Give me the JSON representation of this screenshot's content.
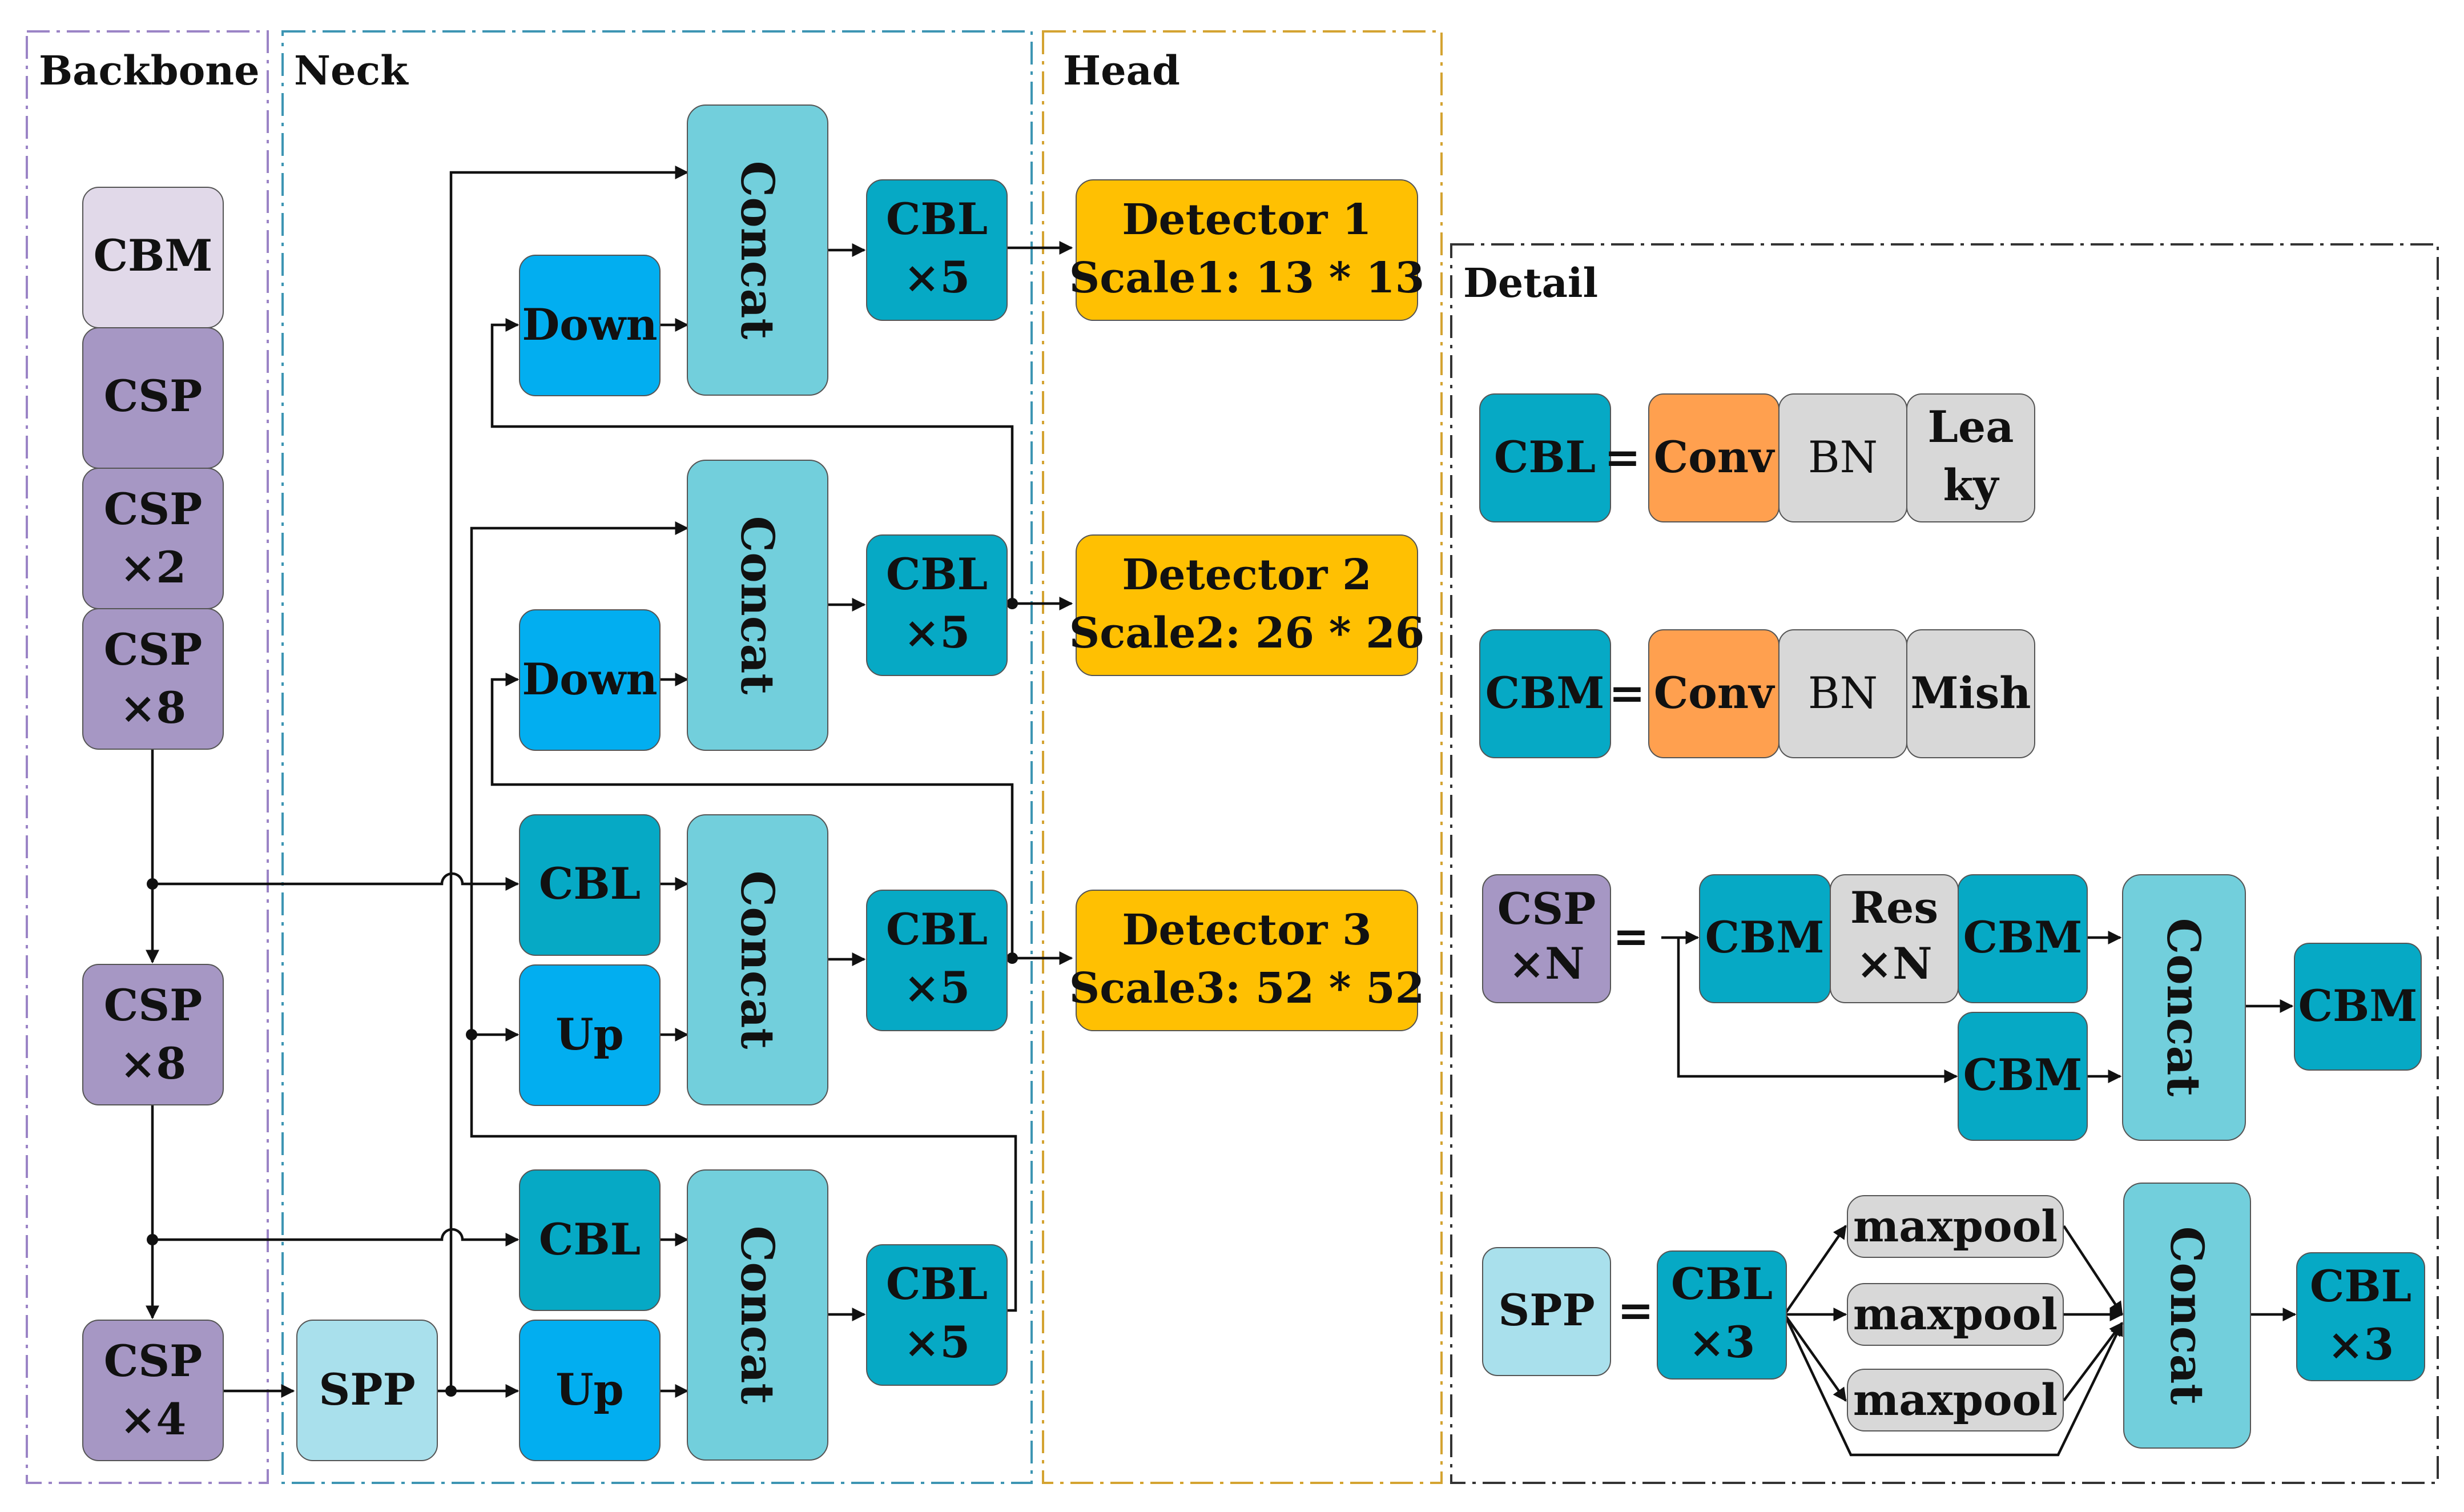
{
  "sections": {
    "backbone": "Backbone",
    "neck": "Neck",
    "head": "Head",
    "detail": "Detail"
  },
  "backbone": {
    "cbm": "CBM",
    "csp1": "CSP",
    "csp2": [
      "CSP",
      "×2"
    ],
    "csp8a": [
      "CSP",
      "×8"
    ],
    "csp8b": [
      "CSP",
      "×8"
    ],
    "csp4": [
      "CSP",
      "×4"
    ]
  },
  "neck": {
    "spp": "SPP",
    "down1": "Down",
    "down2": "Down",
    "up1": "Up",
    "up2": "Up",
    "cbl_a": "CBL",
    "cbl_b": "CBL",
    "concat": "Concat",
    "cbl5": [
      "CBL",
      "×5"
    ]
  },
  "head": {
    "detectors": [
      [
        "Detector 1",
        "Scale1: 13 * 13"
      ],
      [
        "Detector 2",
        "Scale2: 26 * 26"
      ],
      [
        "Detector 3",
        "Scale3: 52 * 52"
      ]
    ]
  },
  "detail": {
    "cbl_row": {
      "name": "CBL",
      "eq": "=",
      "conv": "Conv",
      "bn": "BN",
      "act": [
        "Lea",
        "ky"
      ]
    },
    "cbm_row": {
      "name": "CBM",
      "eq": "=",
      "conv": "Conv",
      "bn": "BN",
      "act": "Mish"
    },
    "csp_row": {
      "name": [
        "CSP",
        "×N"
      ],
      "eq": "=",
      "cbm": "CBM",
      "res": [
        "Res",
        "×N"
      ],
      "concat": "Concat"
    },
    "spp_row": {
      "name": "SPP",
      "eq": "=",
      "cbl3": [
        "CBL",
        "×3"
      ],
      "maxpool": "maxpool",
      "concat": "Concat"
    }
  },
  "colors": {
    "cbm_light": "#e1d9e9",
    "csp": "#a697c4",
    "concat": "#72cfdc",
    "cbl": "#06a9c5",
    "updown": "#02aef0",
    "spp": "#a9e0ec",
    "detector": "#ffc002",
    "conv": "#ffa04f",
    "gray": "#d8d8d8",
    "backbone_border": "#9b84c6",
    "neck_border": "#3d95b3",
    "head_border": "#d4a331",
    "detail_border": "#333333"
  }
}
